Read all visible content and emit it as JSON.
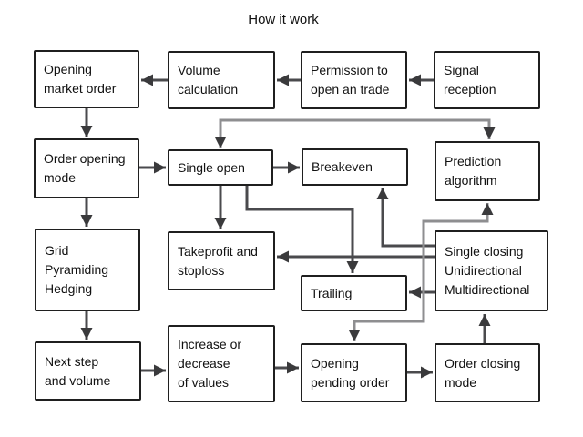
{
  "title": "How it work",
  "colors": {
    "background": "#ffffff",
    "box_border": "#1f1f1f",
    "text": "#111111",
    "connector_dark": "#4a4a4d",
    "connector_gray": "#8e8e90",
    "arrowhead": "#3a3a3c"
  },
  "nodes": {
    "opening_market_order": {
      "label": "Opening\nmarket order"
    },
    "volume_calculation": {
      "label": "Volume\ncalculation"
    },
    "permission_to_open": {
      "label": "Permission to\nopen an trade"
    },
    "signal_reception": {
      "label": "Signal\nreception"
    },
    "order_opening_mode": {
      "label": "Order opening\nmode"
    },
    "single_open": {
      "label": "Single open"
    },
    "breakeven": {
      "label": "Breakeven"
    },
    "prediction_algorithm": {
      "label": "Prediction\nalgorithm"
    },
    "grid_pyramiding_hedging": {
      "label": "Grid\nPyramiding\nHedging"
    },
    "takeprofit_stoploss": {
      "label": "Takeprofit and\nstoploss"
    },
    "single_closing": {
      "label": "Single closing\nUnidirectional\nMultidirectional"
    },
    "trailing": {
      "label": "Trailing"
    },
    "next_step_volume": {
      "label": "Next step\nand volume"
    },
    "increase_decrease": {
      "label": "Increase or\ndecrease\nof values"
    },
    "opening_pending_order": {
      "label": "Opening\npending order"
    },
    "order_closing_mode": {
      "label": "Order closing\nmode"
    }
  }
}
